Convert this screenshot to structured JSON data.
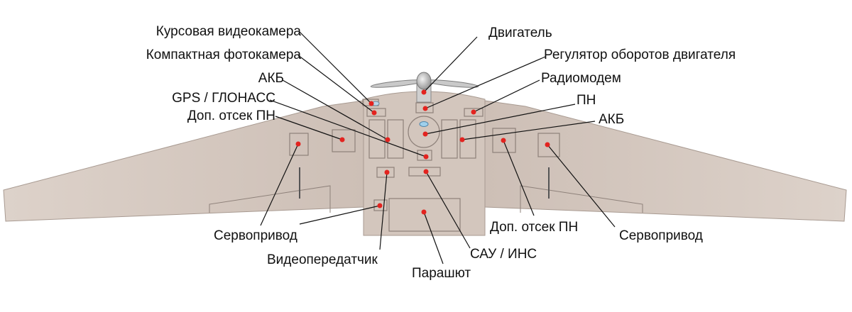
{
  "labels": {
    "course_camera": "Курсовая видеокамера",
    "compact_camera": "Компактная фотокамера",
    "battery_left": "АКБ",
    "gps": "GPS / ГЛОНАСС",
    "extra_bay_left": "Доп. отсек ПН",
    "servo_left": "Сервопривод",
    "video_tx": "Видеопередатчик",
    "parachute": "Парашют",
    "autopilot": "САУ / ИНС",
    "extra_bay_right": "Доп. отсек ПН",
    "servo_right": "Сервопривод",
    "engine": "Двигатель",
    "esc": "Регулятор оборотов двигателя",
    "radio_modem": "Радиомодем",
    "payload": "ПН",
    "battery_right": "АКБ"
  },
  "colors": {
    "airframe": "#d3c6bd",
    "airframe_edge": "#a89a91",
    "marker": "#e3231f",
    "leader_line": "#111111",
    "text": "#111111"
  }
}
